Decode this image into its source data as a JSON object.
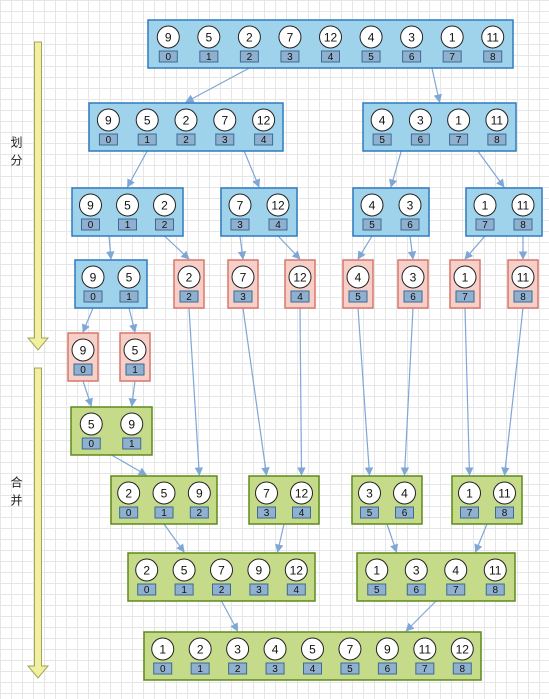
{
  "labels": {
    "split": "划分",
    "merge": "合并"
  },
  "colors": {
    "split_fill": "#9fd3ec",
    "split_stroke": "#2f7bbf",
    "single_fill": "#f6cfc8",
    "single_stroke": "#d9776b",
    "merge_fill": "#c6db8a",
    "merge_stroke": "#5e8a1c",
    "index_fill": "#8fb1cf",
    "index_stroke": "#3c6a94",
    "arrow": "#7fa7d6",
    "flow_arrow_fill": "#f0f0a0",
    "flow_arrow_stroke": "#a3a35a"
  },
  "nodes": [
    {
      "id": "s0",
      "kind": "split",
      "items": [
        {
          "v": "9",
          "i": "0"
        },
        {
          "v": "5",
          "i": "1"
        },
        {
          "v": "2",
          "i": "2"
        },
        {
          "v": "7",
          "i": "3"
        },
        {
          "v": "12",
          "i": "4"
        },
        {
          "v": "4",
          "i": "5"
        },
        {
          "v": "3",
          "i": "6"
        },
        {
          "v": "1",
          "i": "7"
        },
        {
          "v": "11",
          "i": "8"
        }
      ]
    },
    {
      "id": "s1a",
      "kind": "split",
      "items": [
        {
          "v": "9",
          "i": "0"
        },
        {
          "v": "5",
          "i": "1"
        },
        {
          "v": "2",
          "i": "2"
        },
        {
          "v": "7",
          "i": "3"
        },
        {
          "v": "12",
          "i": "4"
        }
      ]
    },
    {
      "id": "s1b",
      "kind": "split",
      "items": [
        {
          "v": "4",
          "i": "5"
        },
        {
          "v": "3",
          "i": "6"
        },
        {
          "v": "1",
          "i": "7"
        },
        {
          "v": "11",
          "i": "8"
        }
      ]
    },
    {
      "id": "s2a",
      "kind": "split",
      "items": [
        {
          "v": "9",
          "i": "0"
        },
        {
          "v": "5",
          "i": "1"
        },
        {
          "v": "2",
          "i": "2"
        }
      ]
    },
    {
      "id": "s2b",
      "kind": "split",
      "items": [
        {
          "v": "7",
          "i": "3"
        },
        {
          "v": "12",
          "i": "4"
        }
      ]
    },
    {
      "id": "s2c",
      "kind": "split",
      "items": [
        {
          "v": "4",
          "i": "5"
        },
        {
          "v": "3",
          "i": "6"
        }
      ]
    },
    {
      "id": "s2d",
      "kind": "split",
      "items": [
        {
          "v": "1",
          "i": "7"
        },
        {
          "v": "11",
          "i": "8"
        }
      ]
    },
    {
      "id": "s3a",
      "kind": "split",
      "items": [
        {
          "v": "9",
          "i": "0"
        },
        {
          "v": "5",
          "i": "1"
        }
      ]
    },
    {
      "id": "l2",
      "kind": "single",
      "items": [
        {
          "v": "2",
          "i": "2"
        }
      ]
    },
    {
      "id": "l3",
      "kind": "single",
      "items": [
        {
          "v": "7",
          "i": "3"
        }
      ]
    },
    {
      "id": "l4",
      "kind": "single",
      "items": [
        {
          "v": "12",
          "i": "4"
        }
      ]
    },
    {
      "id": "l5",
      "kind": "single",
      "items": [
        {
          "v": "4",
          "i": "5"
        }
      ]
    },
    {
      "id": "l6",
      "kind": "single",
      "items": [
        {
          "v": "3",
          "i": "6"
        }
      ]
    },
    {
      "id": "l7",
      "kind": "single",
      "items": [
        {
          "v": "1",
          "i": "7"
        }
      ]
    },
    {
      "id": "l8",
      "kind": "single",
      "items": [
        {
          "v": "11",
          "i": "8"
        }
      ]
    },
    {
      "id": "l0",
      "kind": "single",
      "items": [
        {
          "v": "9",
          "i": "0"
        }
      ]
    },
    {
      "id": "l1",
      "kind": "single",
      "items": [
        {
          "v": "5",
          "i": "1"
        }
      ]
    },
    {
      "id": "m1",
      "kind": "merge",
      "items": [
        {
          "v": "5",
          "i": "0"
        },
        {
          "v": "9",
          "i": "1"
        }
      ]
    },
    {
      "id": "m2a",
      "kind": "merge",
      "items": [
        {
          "v": "2",
          "i": "0"
        },
        {
          "v": "5",
          "i": "1"
        },
        {
          "v": "9",
          "i": "2"
        }
      ]
    },
    {
      "id": "m2b",
      "kind": "merge",
      "items": [
        {
          "v": "7",
          "i": "3"
        },
        {
          "v": "12",
          "i": "4"
        }
      ]
    },
    {
      "id": "m2c",
      "kind": "merge",
      "items": [
        {
          "v": "3",
          "i": "5"
        },
        {
          "v": "4",
          "i": "6"
        }
      ]
    },
    {
      "id": "m2d",
      "kind": "merge",
      "items": [
        {
          "v": "1",
          "i": "7"
        },
        {
          "v": "11",
          "i": "8"
        }
      ]
    },
    {
      "id": "m3a",
      "kind": "merge",
      "items": [
        {
          "v": "2",
          "i": "0"
        },
        {
          "v": "5",
          "i": "1"
        },
        {
          "v": "7",
          "i": "2"
        },
        {
          "v": "9",
          "i": "3"
        },
        {
          "v": "12",
          "i": "4"
        }
      ]
    },
    {
      "id": "m3b",
      "kind": "merge",
      "items": [
        {
          "v": "1",
          "i": "5"
        },
        {
          "v": "3",
          "i": "6"
        },
        {
          "v": "4",
          "i": "7"
        },
        {
          "v": "11",
          "i": "8"
        }
      ]
    },
    {
      "id": "m4",
      "kind": "merge",
      "items": [
        {
          "v": "1",
          "i": "0"
        },
        {
          "v": "2",
          "i": "1"
        },
        {
          "v": "3",
          "i": "2"
        },
        {
          "v": "4",
          "i": "3"
        },
        {
          "v": "5",
          "i": "4"
        },
        {
          "v": "7",
          "i": "5"
        },
        {
          "v": "9",
          "i": "6"
        },
        {
          "v": "11",
          "i": "7"
        },
        {
          "v": "12",
          "i": "8"
        }
      ]
    }
  ],
  "edges": [
    [
      "s0",
      "s1a"
    ],
    [
      "s0",
      "s1b"
    ],
    [
      "s1a",
      "s2a"
    ],
    [
      "s1a",
      "s2b"
    ],
    [
      "s1b",
      "s2c"
    ],
    [
      "s1b",
      "s2d"
    ],
    [
      "s2a",
      "s3a"
    ],
    [
      "s2a",
      "l2"
    ],
    [
      "s2b",
      "l3"
    ],
    [
      "s2b",
      "l4"
    ],
    [
      "s2c",
      "l5"
    ],
    [
      "s2c",
      "l6"
    ],
    [
      "s2d",
      "l7"
    ],
    [
      "s2d",
      "l8"
    ],
    [
      "s3a",
      "l0"
    ],
    [
      "s3a",
      "l1"
    ],
    [
      "l0",
      "m1"
    ],
    [
      "l1",
      "m1"
    ],
    [
      "m1",
      "m2a"
    ],
    [
      "l2",
      "m2a"
    ],
    [
      "l3",
      "m2b"
    ],
    [
      "l4",
      "m2b"
    ],
    [
      "l5",
      "m2c"
    ],
    [
      "l6",
      "m2c"
    ],
    [
      "l7",
      "m2d"
    ],
    [
      "l8",
      "m2d"
    ],
    [
      "m2a",
      "m3a"
    ],
    [
      "m2b",
      "m3a"
    ],
    [
      "m2c",
      "m3b"
    ],
    [
      "m2d",
      "m3b"
    ],
    [
      "m3a",
      "m4"
    ],
    [
      "m3b",
      "m4"
    ]
  ]
}
